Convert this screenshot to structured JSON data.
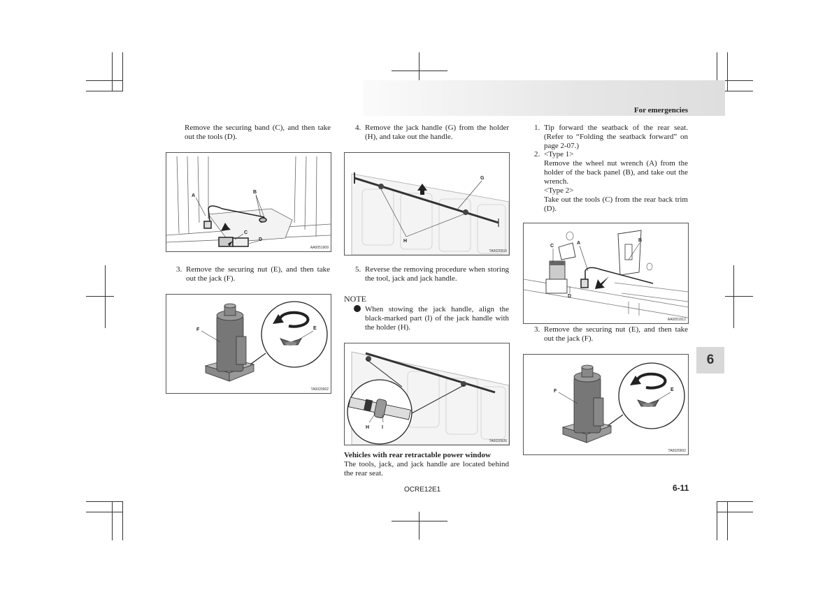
{
  "header": {
    "section_title": "For emergencies"
  },
  "chapter_tab": "6",
  "col1": {
    "intro": "Remove the securing band (C), and then take out the tools (D).",
    "fig1": {
      "code": "AA0051909",
      "labels": [
        "A",
        "B",
        "C",
        "D"
      ]
    },
    "step3_num": "3.",
    "step3": "Remove the securing nut (E), and then take out the jack (F).",
    "fig2": {
      "code": "TA0020902",
      "labels": [
        "F",
        "E"
      ]
    }
  },
  "col2": {
    "step4_num": "4.",
    "step4": "Remove the jack handle (G) from the holder (H), and take out the handle.",
    "fig3": {
      "code": "TA0020915",
      "labels": [
        "G",
        "H"
      ]
    },
    "step5_num": "5.",
    "step5": "Reverse the removing procedure when storing the tool, jack and jack handle.",
    "note_title": "NOTE",
    "note_text": "When stowing the jack handle, align the black-marked part (I) of the jack handle with the holder (H).",
    "fig4": {
      "code": "TA0020926",
      "labels": [
        "H",
        "I"
      ]
    },
    "subhead": "Vehicles with rear retractable power window",
    "subtext": "The tools, jack, and jack handle are located behind the rear seat."
  },
  "col3": {
    "step1_num": "1.",
    "step1": "Tip forward the seatback of the rear seat. (Refer to “Folding the seatback forward” on page 2-07.)",
    "step2_num": "2.",
    "step2_type1": "<Type 1>",
    "step2_text1": "Remove the wheel nut wrench (A) from the holder of the back panel (B), and take out the wrench.",
    "step2_type2": "<Type 2>",
    "step2_text2": "Take out the tools (C) from the rear back trim (D).",
    "fig5": {
      "code": "AA0051912",
      "labels": [
        "C",
        "A",
        "B",
        "D"
      ]
    },
    "step3_num": "3.",
    "step3": "Remove the securing nut (E), and then take out the jack (F).",
    "fig6": {
      "code": "TA0020902",
      "labels": [
        "F",
        "E"
      ]
    }
  },
  "footer": {
    "code": "OCRE12E1",
    "page": "6-11"
  }
}
